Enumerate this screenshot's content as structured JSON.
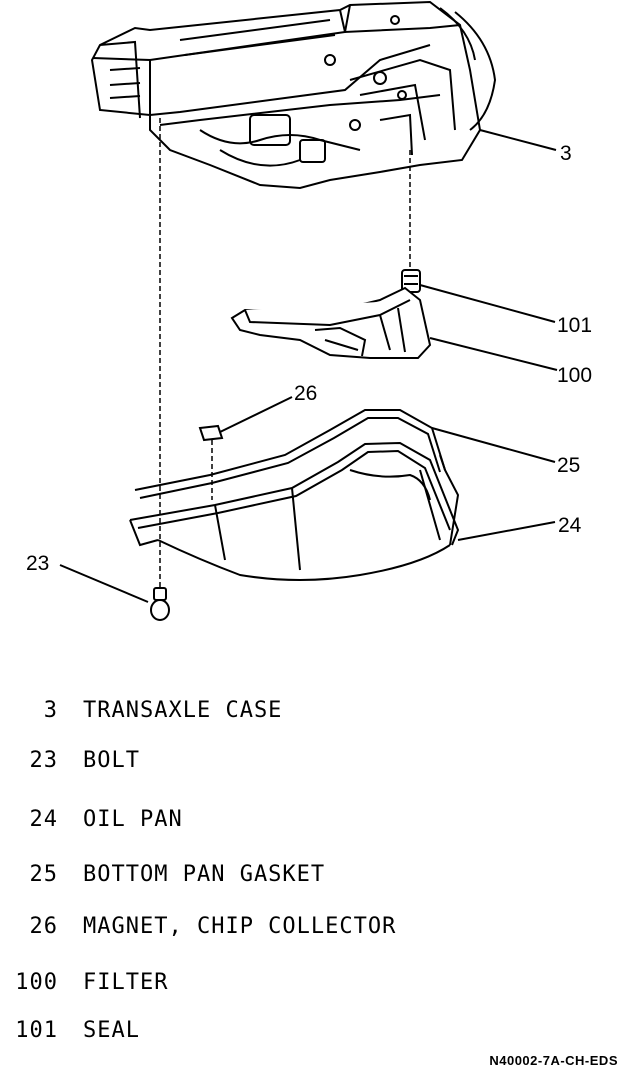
{
  "callouts": {
    "c3": "3",
    "c23": "23",
    "c24": "24",
    "c25": "25",
    "c26": "26",
    "c100": "100",
    "c101": "101"
  },
  "legend": [
    {
      "number": "3",
      "description": "TRANSAXLE CASE"
    },
    {
      "number": "23",
      "description": "BOLT"
    },
    {
      "number": "24",
      "description": "OIL PAN"
    },
    {
      "number": "25",
      "description": "BOTTOM PAN GASKET"
    },
    {
      "number": "26",
      "description": "MAGNET, CHIP COLLECTOR"
    },
    {
      "number": "100",
      "description": "FILTER"
    },
    {
      "number": "101",
      "description": "SEAL"
    }
  ],
  "drawing_code": "N40002-7A-CH-EDS"
}
